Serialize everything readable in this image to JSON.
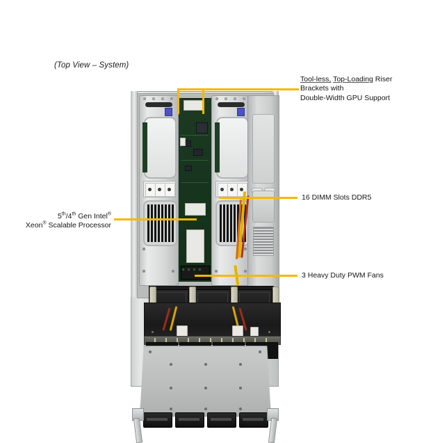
{
  "diagram": {
    "view_title": "(Top View – System)",
    "product_image_name": "rackmount-server-top-view-photo"
  },
  "callouts": [
    {
      "id": "riser-brackets",
      "side": "right",
      "lines": [
        {
          "segments": [
            {
              "text": "Tool-less,",
              "underline": true
            },
            {
              "text": " ",
              "underline": false
            },
            {
              "text": "Top-Loading",
              "underline": true
            },
            {
              "text": " Riser",
              "underline": false
            }
          ]
        },
        {
          "segments": [
            {
              "text": "Brackets with",
              "underline": false
            }
          ]
        },
        {
          "segments": [
            {
              "text": "Double-Width GPU Support",
              "underline": false
            }
          ]
        }
      ],
      "plain_text": "Tool-less, Top-Loading Riser Brackets with Double-Width GPU Support"
    },
    {
      "id": "dimm-slots",
      "side": "right",
      "plain_text": "16 DIMM Slots DDR5"
    },
    {
      "id": "pwm-fans",
      "side": "right",
      "plain_text": "3 Heavy Duty PWM Fans"
    },
    {
      "id": "cpu",
      "side": "left",
      "line1_html": "5<sup>th</sup>/4<sup>th</sup> Gen Intel<sup>®</sup>",
      "line2_html": "Xeon<sup>®</sup> Scalable Processor",
      "plain_text": "5th/4th Gen Intel® Xeon® Scalable Processor"
    }
  ],
  "colors": {
    "leader_line": "#F5B800",
    "text": "#141414",
    "background": "#FFFFFF",
    "chassis_metal": "#D2D4D3",
    "pcb_green": "#1D4024",
    "riser_tab_blue": "#4A52C8",
    "fan_handle_tan": "#D9D6C4"
  }
}
